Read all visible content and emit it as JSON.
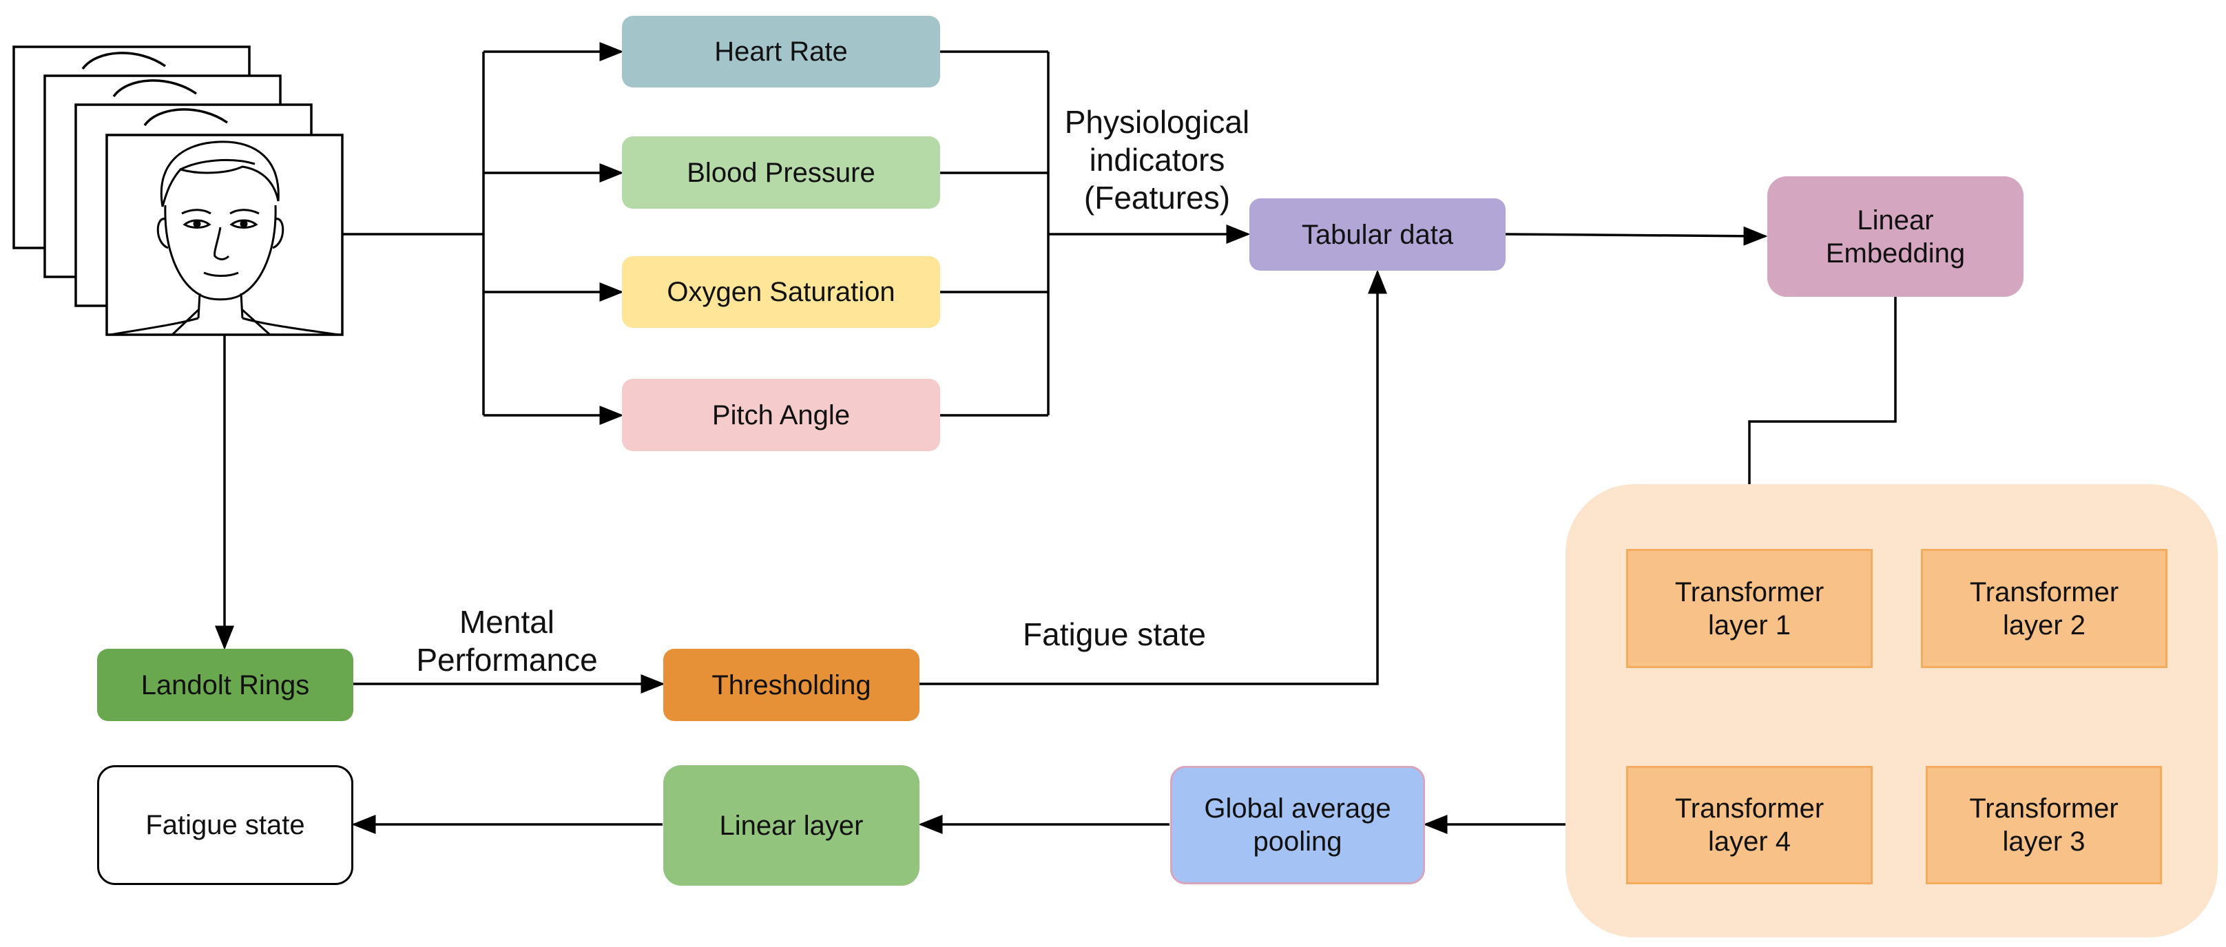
{
  "colors": {
    "heart_rate": "#A3C4C9",
    "blood_pressure": "#B5D9A7",
    "oxygen_saturation": "#FFE597",
    "pitch_angle": "#F5CBCB",
    "tabular_data": "#B1A6D6",
    "linear_embedding": "#D5A6BF",
    "transformer_group_bg": "#FCE5CC",
    "transformer_layer": "#F7C187",
    "transformer_border": "#F4AB5E",
    "landolt_rings": "#6AA84F",
    "thresholding": "#E69138",
    "linear_layer": "#93C47D",
    "global_avg_pooling": "#A4C2F4",
    "pooling_border": "#D5A6BD",
    "line": "#000000"
  },
  "icons": {
    "input": "face-frames-icon"
  },
  "features": [
    {
      "label": "Heart Rate",
      "color_key": "heart_rate"
    },
    {
      "label": "Blood Pressure",
      "color_key": "blood_pressure"
    },
    {
      "label": "Oxygen Saturation",
      "color_key": "oxygen_saturation"
    },
    {
      "label": "Pitch Angle",
      "color_key": "pitch_angle"
    }
  ],
  "nodes": {
    "tabular_data": "Tabular data",
    "linear_embedding": "Linear\nEmbedding",
    "transformer_1": "Transformer\nlayer 1",
    "transformer_2": "Transformer\nlayer 2",
    "transformer_3": "Transformer\nlayer 3",
    "transformer_4": "Transformer\nlayer 4",
    "global_avg_pooling": "Global average\npooling",
    "linear_layer": "Linear layer",
    "fatigue_state_output": "Fatigue state",
    "landolt_rings": "Landolt Rings",
    "thresholding": "Thresholding"
  },
  "edge_labels": {
    "physiological": "Physiological\nindicators\n(Features)",
    "mental_performance": "Mental\nPerformance",
    "fatigue_state": "Fatigue state"
  }
}
